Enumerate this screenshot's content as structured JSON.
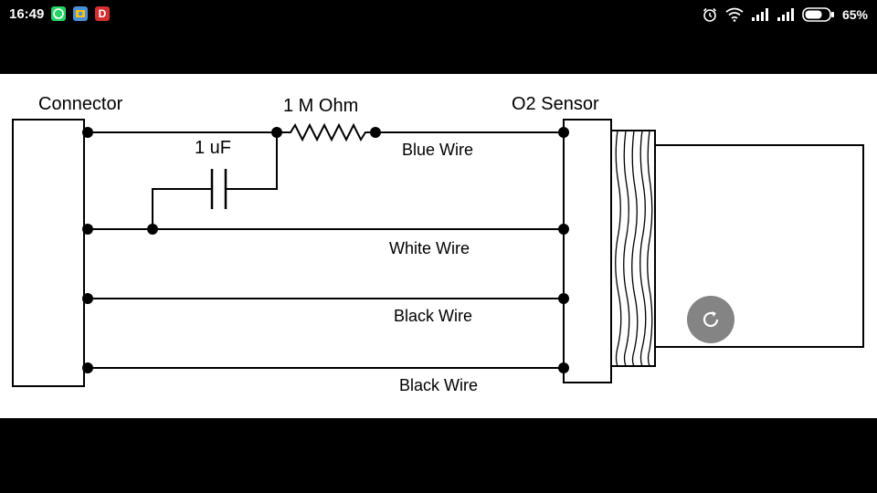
{
  "status_bar": {
    "time": "16:49",
    "battery_percent": "65%",
    "icons": [
      "whatsapp-icon",
      "mail-icon",
      "app-d-icon",
      "alarm-icon",
      "wifi-icon",
      "signal-1-icon",
      "signal-2-icon",
      "battery-icon"
    ],
    "app_d_letter": "D"
  },
  "diagram": {
    "connector_label": "Connector",
    "sensor_label": "O2 Sensor",
    "resistor_label": "1 M Ohm",
    "capacitor_label": "1 uF",
    "wires": [
      "Blue Wire",
      "White Wire",
      "Black Wire",
      "Black Wire"
    ]
  },
  "colors": {
    "whatsapp": "#25D366",
    "mail_app": "#4A90D9",
    "d_app": "#D32F2F",
    "spinner": "#6E6E6E"
  }
}
